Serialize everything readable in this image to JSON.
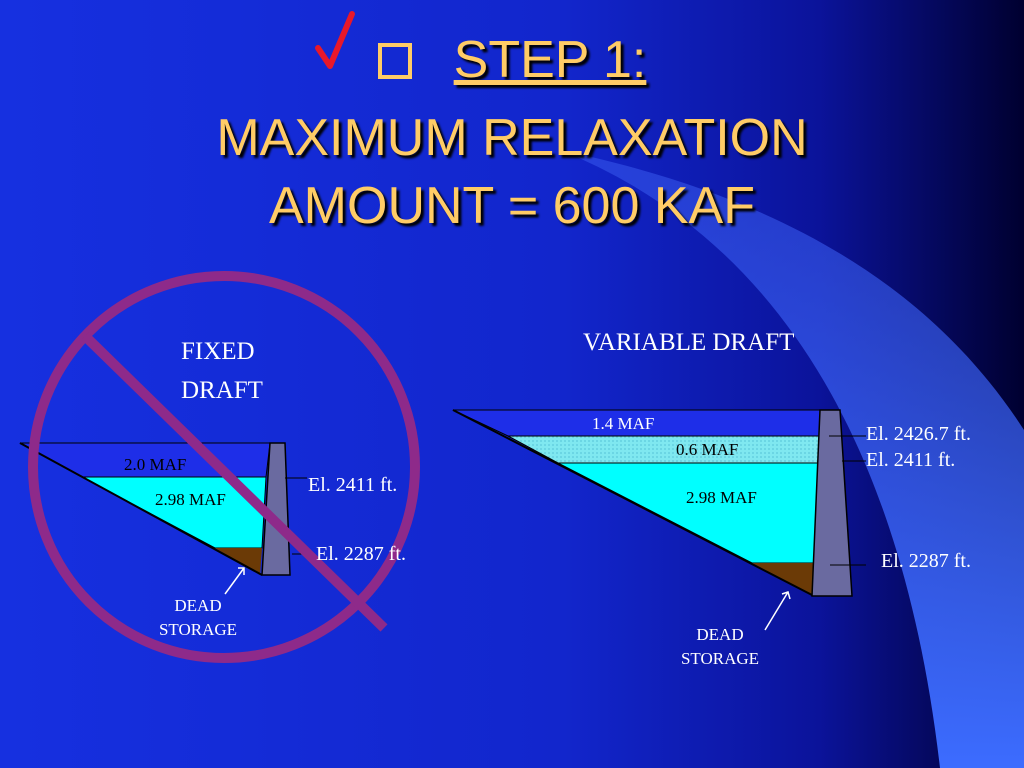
{
  "slide": {
    "title_line1": "STEP 1:",
    "title_line2": "MAXIMUM RELAXATION",
    "title_line3": "AMOUNT = 600 KAF",
    "checkbox_icon": "checkbox-icon",
    "check_icon": "red-checkmark-icon",
    "prohibition_icon": "prohibition-sign-icon"
  },
  "colors": {
    "title": "#ffcc66",
    "background": "#1428d8",
    "water_upper": "#1e2ee8",
    "water_lower": "#00ffff",
    "relaxation_band": "#7fe8f0",
    "dead_storage": "#6b3a06",
    "dam": "#6a6aa0",
    "prohibition": "#8e2a8a",
    "check": "#e8182a"
  },
  "fixed_draft": {
    "heading_line1": "FIXED",
    "heading_line2": "DRAFT",
    "upper_volume": "2.0 MAF",
    "lower_volume": "2.98 MAF",
    "elevation_top": "El. 2411 ft.",
    "elevation_bottom": "El. 2287 ft.",
    "dead_storage_line1": "DEAD",
    "dead_storage_line2": "STORAGE"
  },
  "variable_draft": {
    "heading": "VARIABLE DRAFT",
    "upper_volume": "1.4 MAF",
    "relaxation_volume": "0.6 MAF",
    "lower_volume": "2.98 MAF",
    "elevation_top": "El. 2426.7 ft.",
    "elevation_middle": "El. 2411 ft.",
    "elevation_bottom": "El. 2287 ft.",
    "dead_storage_line1": "DEAD",
    "dead_storage_line2": "STORAGE"
  }
}
